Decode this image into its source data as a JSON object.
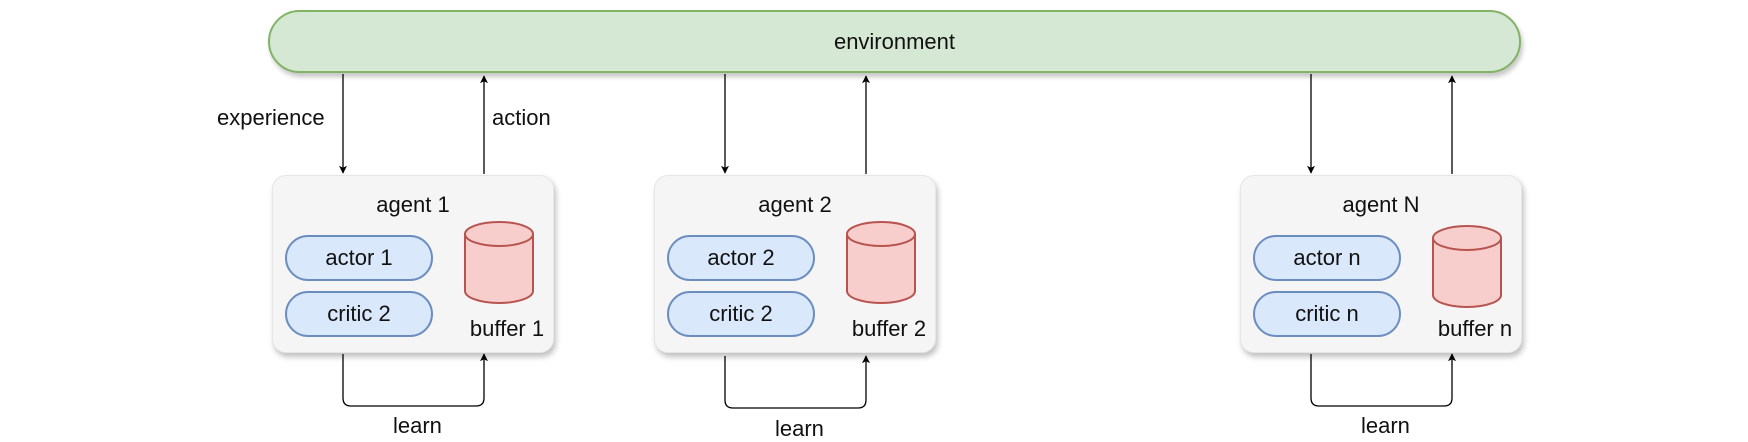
{
  "diagram": {
    "environment": {
      "label": "environment"
    },
    "edge_labels": {
      "experience": "experience",
      "action": "action"
    },
    "agents": [
      {
        "title": "agent 1",
        "actor": "actor 1",
        "critic": "critic 2",
        "buffer": "buffer 1",
        "loop_label": "learn"
      },
      {
        "title": "agent 2",
        "actor": "actor 2",
        "critic": "critic 2",
        "buffer": "buffer 2",
        "loop_label": "learn"
      },
      {
        "title": "agent N",
        "actor": "actor n",
        "critic": "critic n",
        "buffer": "buffer n",
        "loop_label": "learn"
      }
    ],
    "colors": {
      "environment_fill": "#d5e8d4",
      "environment_stroke": "#82b366",
      "agent_fill": "#f5f5f5",
      "module_fill": "#dae8fc",
      "module_stroke": "#6c8ebf",
      "buffer_fill": "#f8cecc",
      "buffer_stroke": "#b85450"
    }
  }
}
